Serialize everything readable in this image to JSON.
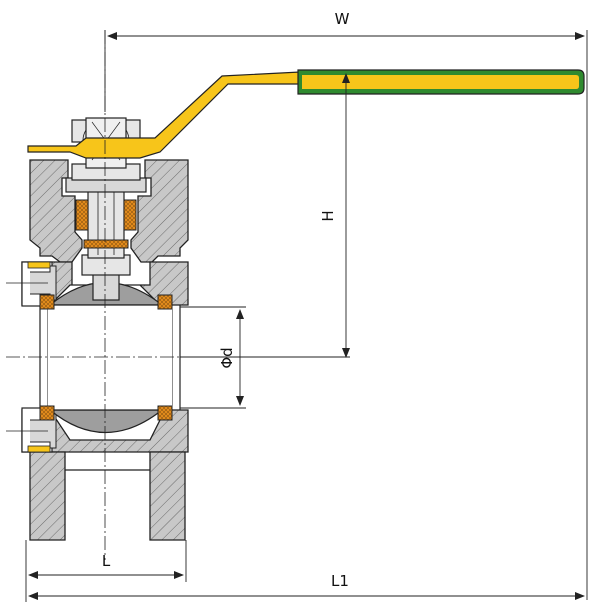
{
  "labels": {
    "w": "W",
    "h": "H",
    "d": "Φd",
    "l": "L",
    "l1": "L1"
  },
  "colors": {
    "handle_yellow": "#f7c51a",
    "handle_green": "#2f8a2f",
    "body_gray": "#c8c8c8",
    "ball_gray": "#9e9e9e",
    "seat_orange": "#e08a1c",
    "line": "#222222"
  }
}
